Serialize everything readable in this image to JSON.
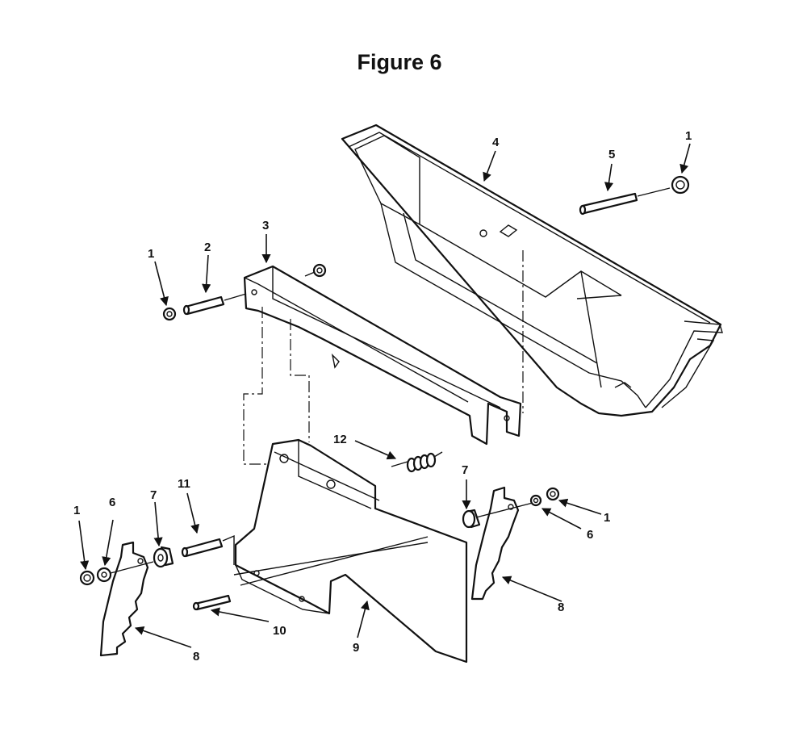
{
  "title": "Figure 6",
  "callouts": [
    {
      "id": "c1a",
      "label": "1"
    },
    {
      "id": "c2",
      "label": "2"
    },
    {
      "id": "c3",
      "label": "3"
    },
    {
      "id": "c4",
      "label": "4"
    },
    {
      "id": "c5",
      "label": "5"
    },
    {
      "id": "c1b",
      "label": "1"
    },
    {
      "id": "c12",
      "label": "12"
    },
    {
      "id": "c1c",
      "label": "1"
    },
    {
      "id": "c6a",
      "label": "6"
    },
    {
      "id": "c7a",
      "label": "7"
    },
    {
      "id": "c11",
      "label": "11"
    },
    {
      "id": "c7b",
      "label": "7"
    },
    {
      "id": "c1d",
      "label": "1"
    },
    {
      "id": "c6b",
      "label": "6"
    },
    {
      "id": "c8a",
      "label": "8"
    },
    {
      "id": "c10",
      "label": "10"
    },
    {
      "id": "c9",
      "label": "9"
    },
    {
      "id": "c8b",
      "label": "8"
    }
  ]
}
